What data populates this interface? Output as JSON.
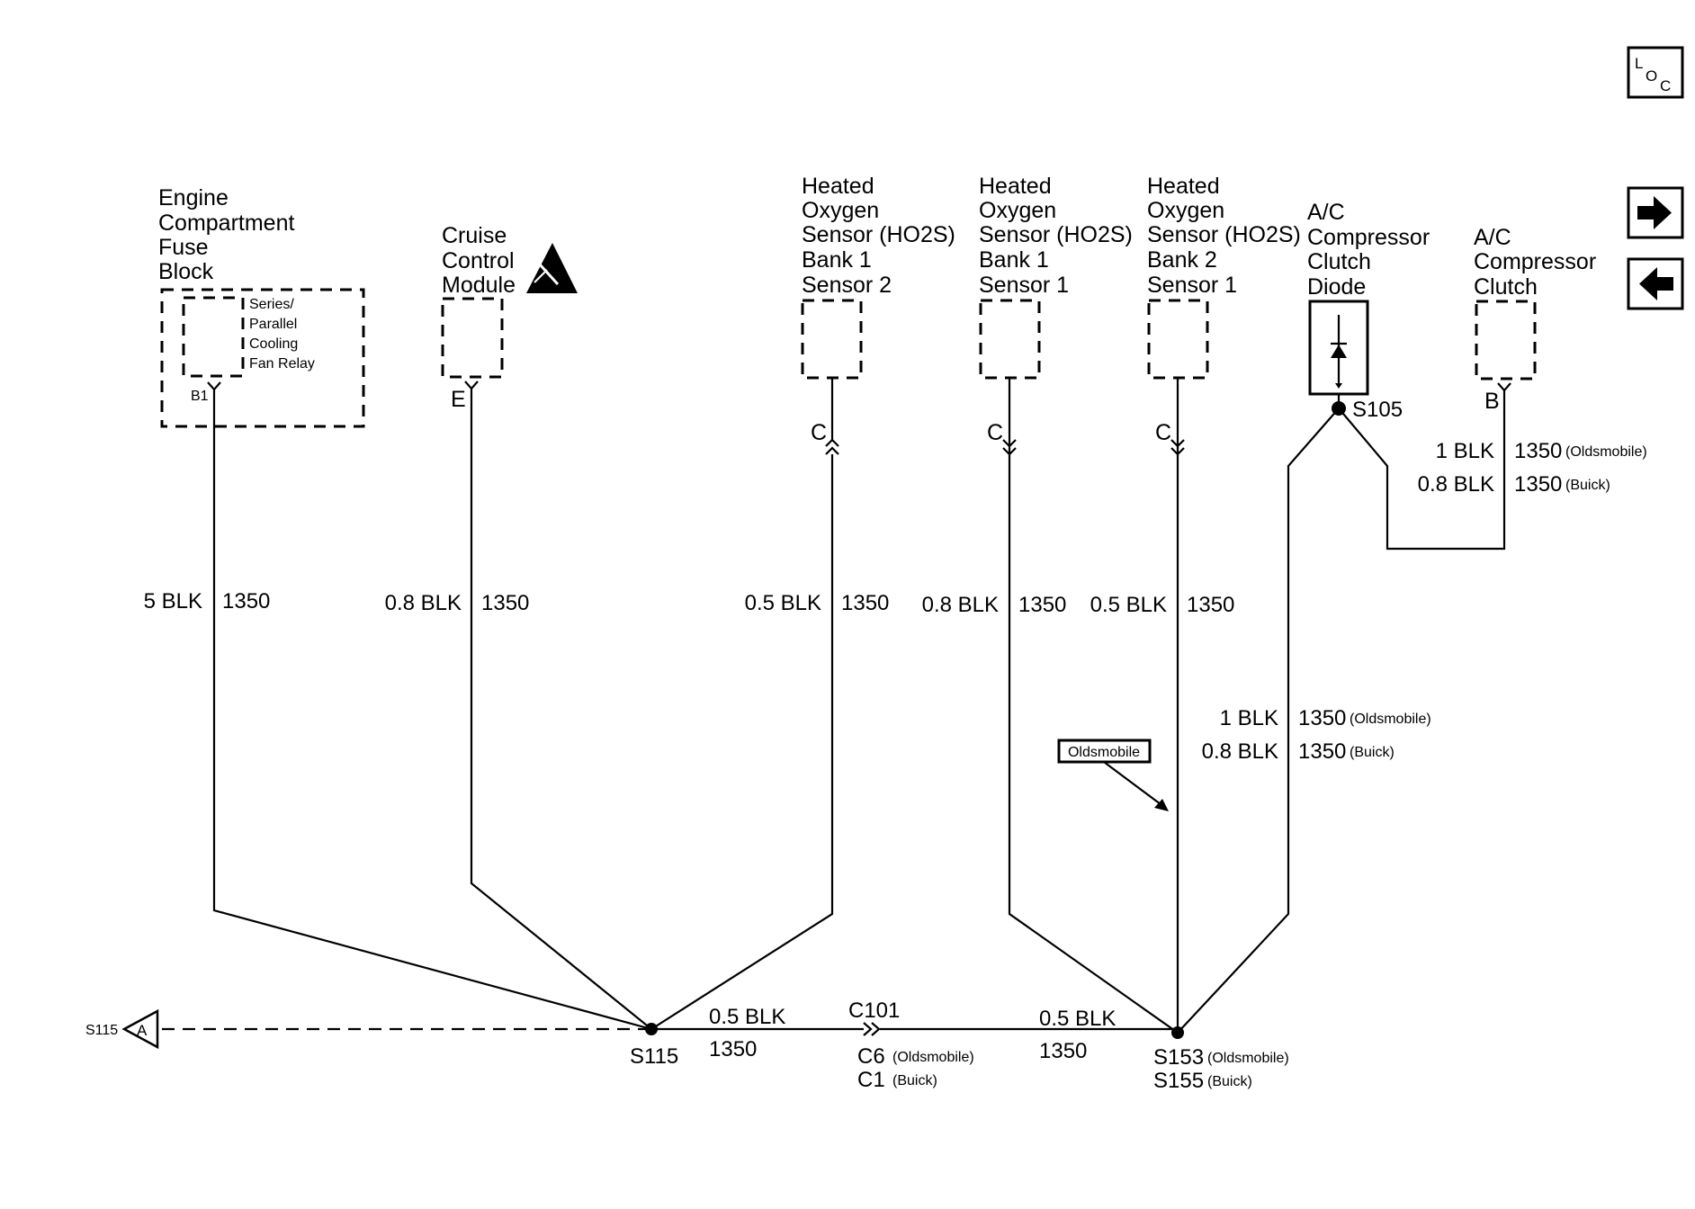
{
  "components": {
    "fuse_block": {
      "name": [
        "Engine",
        "Compartment",
        "Fuse",
        "Block"
      ],
      "relay": [
        "Series/",
        "Parallel",
        "Cooling",
        "Fan Relay"
      ],
      "pin": "B1"
    },
    "cruise": {
      "name": [
        "Cruise",
        "Control",
        "Module"
      ],
      "pin": "E"
    },
    "ho2s_b1s2": {
      "name": [
        "Heated",
        "Oxygen",
        "Sensor (HO2S)",
        "Bank 1",
        "Sensor 2"
      ],
      "pin": "C"
    },
    "ho2s_b1s1": {
      "name": [
        "Heated",
        "Oxygen",
        "Sensor (HO2S)",
        "Bank 1",
        "Sensor 1"
      ],
      "pin": "C"
    },
    "ho2s_b2s1": {
      "name": [
        "Heated",
        "Oxygen",
        "Sensor (HO2S)",
        "Bank 2",
        "Sensor 1"
      ],
      "pin": "C"
    },
    "ac_diode": {
      "name": [
        "A/C",
        "Compressor",
        "Clutch",
        "Diode"
      ]
    },
    "ac_clutch": {
      "name": [
        "A/C",
        "Compressor",
        "Clutch"
      ],
      "pin": "B"
    }
  },
  "wires": {
    "fuse": {
      "size": "5 BLK",
      "circuit": "1350"
    },
    "cruise": {
      "size": "0.8 BLK",
      "circuit": "1350"
    },
    "b1s2": {
      "size": "0.5 BLK",
      "circuit": "1350"
    },
    "b1s1": {
      "size": "0.8 BLK",
      "circuit": "1350"
    },
    "b2s1": {
      "size": "0.5 BLK",
      "circuit": "1350"
    },
    "clutch_old": {
      "size": "1 BLK",
      "circuit": "1350",
      "note": "(Oldsmobile)"
    },
    "clutch_buick": {
      "size": "0.8 BLK",
      "circuit": "1350",
      "note": "(Buick)"
    },
    "diode_old": {
      "size": "1 BLK",
      "circuit": "1350",
      "note": "(Oldsmobile)"
    },
    "diode_buick": {
      "size": "0.8 BLK",
      "circuit": "1350",
      "note": "(Buick)"
    },
    "bottom_left": {
      "size": "0.5 BLK",
      "circuit": "1350"
    },
    "bottom_right": {
      "size": "0.5 BLK",
      "circuit": "1350"
    }
  },
  "splices": {
    "s115": "S115",
    "s105": "S105",
    "s153": "S153",
    "s153_note": "(Oldsmobile)",
    "s155": "S155",
    "s155_note": "(Buick)"
  },
  "connectors": {
    "c101": "C101",
    "c6": "C6",
    "c6_note": "(Oldsmobile)",
    "c1": "C1",
    "c1_note": "(Buick)"
  },
  "offpage": {
    "ref": "S115",
    "letter": "A"
  },
  "callout": "Oldsmobile",
  "nav": {
    "loc_l": "L",
    "loc_o": "O",
    "loc_c": "C"
  }
}
